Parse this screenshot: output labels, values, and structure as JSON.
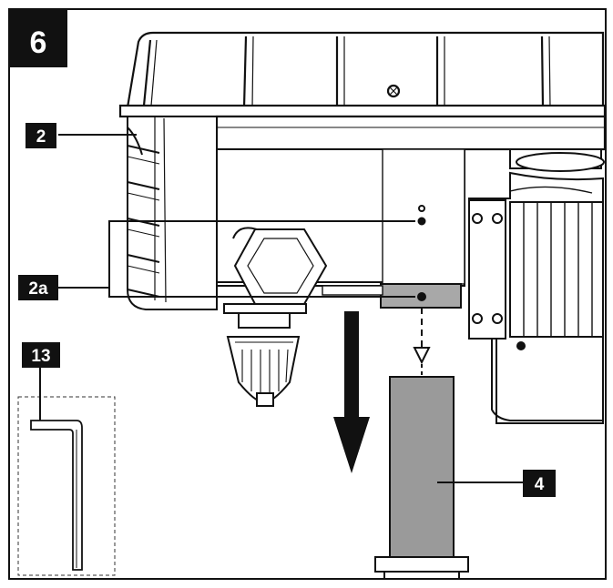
{
  "figure": {
    "number": "6",
    "labels": {
      "head": "2",
      "screws": "2a",
      "key": "13",
      "column": "4"
    }
  },
  "colors": {
    "ink": "#111111",
    "paper": "#ffffff",
    "column_fill": "#9a9a9a",
    "bracket_fill": "#a8a8a8",
    "motor_fill": "#f2f2f2"
  }
}
